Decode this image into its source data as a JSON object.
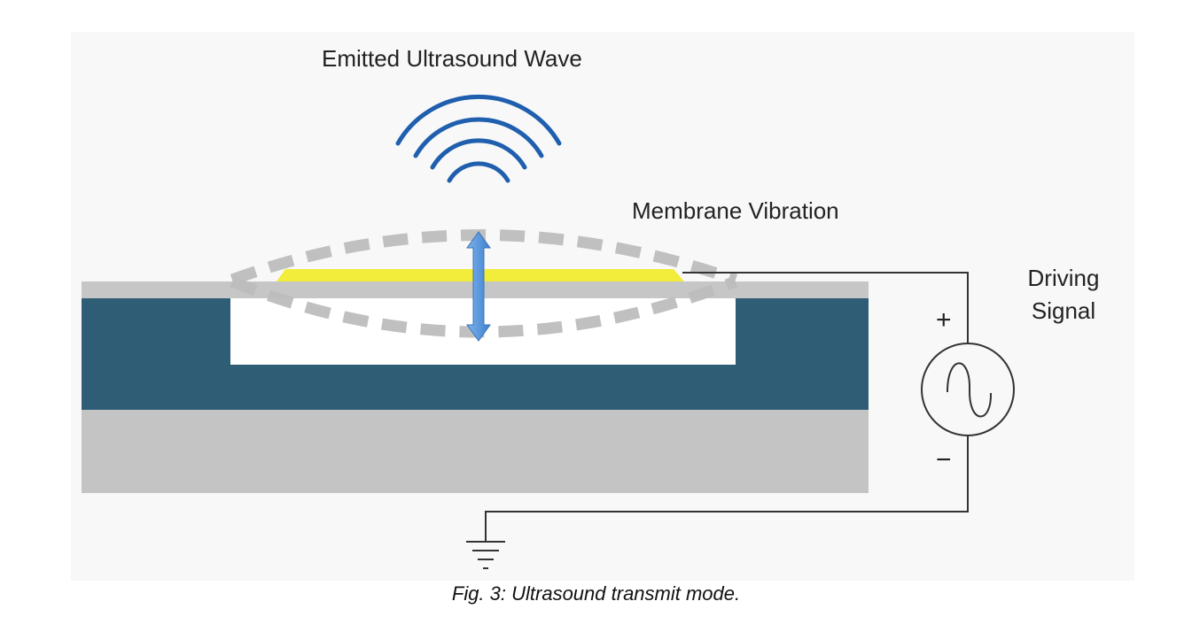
{
  "labels": {
    "emitted_wave": "Emitted Ultrasound Wave",
    "membrane_vibration": "Membrane Vibration",
    "driving_signal_line1": "Driving",
    "driving_signal_line2": "Signal",
    "plus": "+",
    "minus": "−"
  },
  "caption": "Fig. 3: Ultrasound transmit mode.",
  "colors": {
    "membrane": "#c6c6c6",
    "substrate_teal": "#2f5d76",
    "base": "#c4c4c4",
    "electrode": "#f2ec3a",
    "wave": "#1f5fae",
    "arrow": "#5b9be0"
  }
}
